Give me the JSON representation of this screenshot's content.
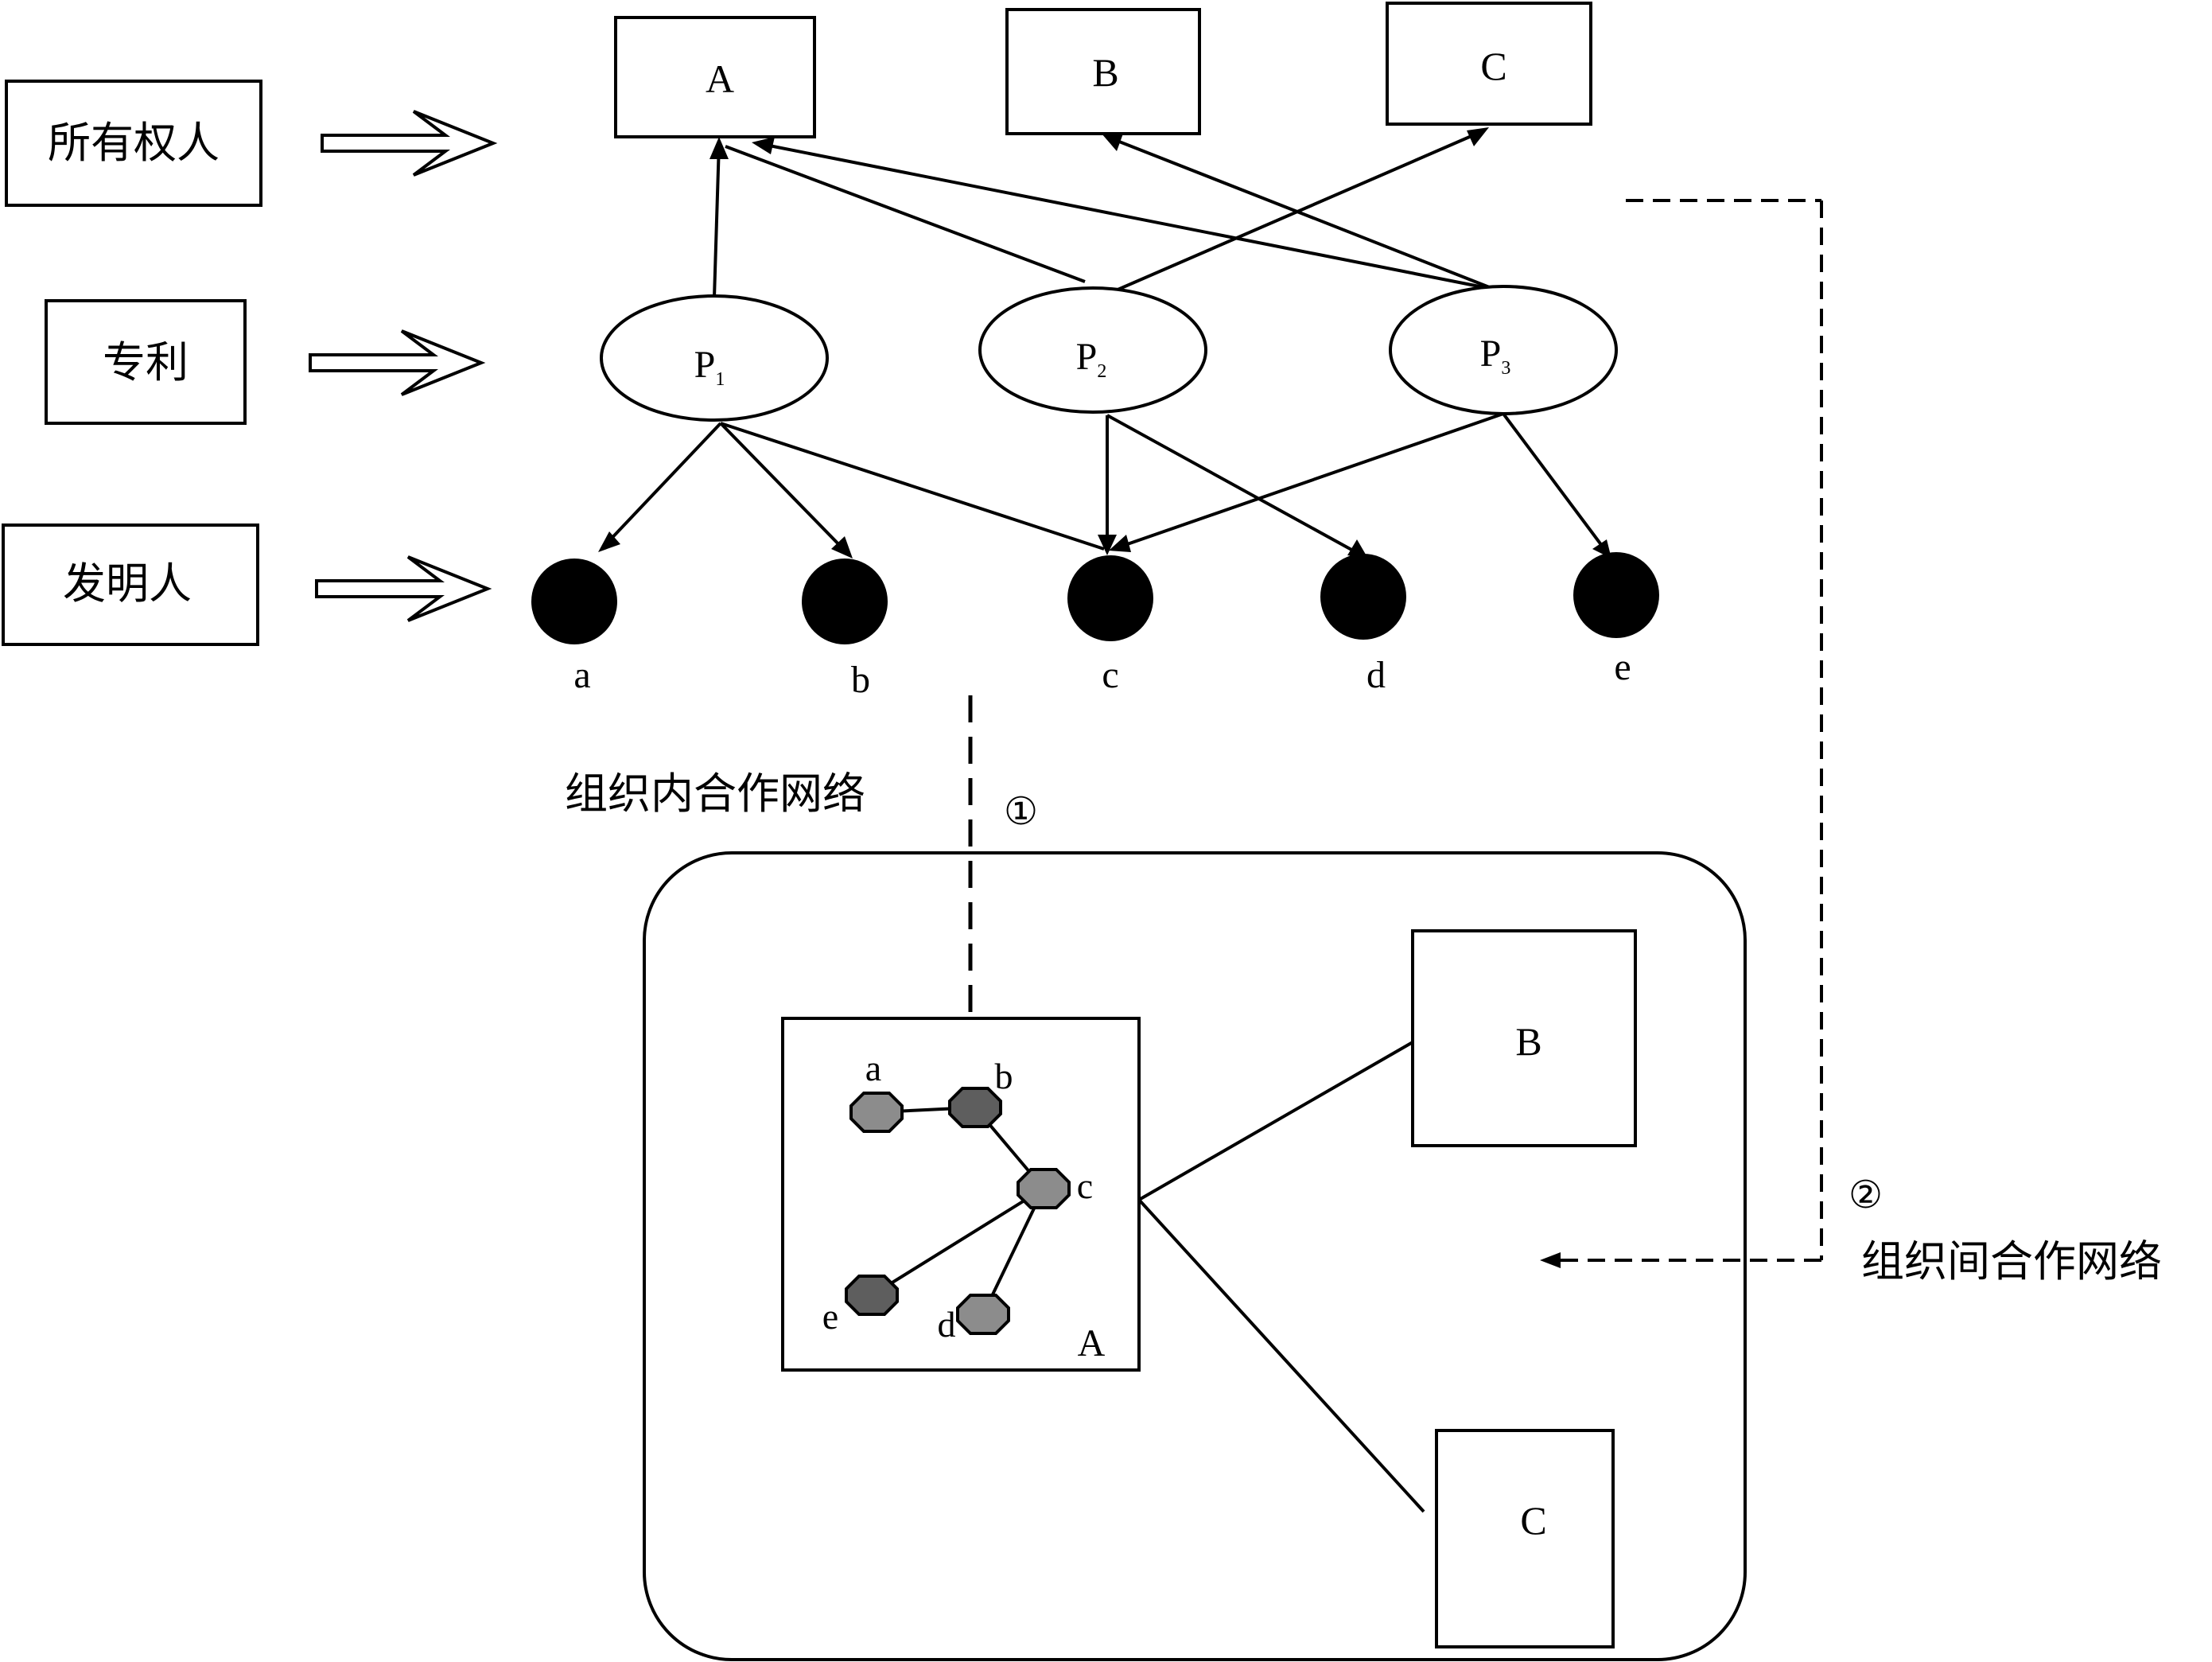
{
  "layers": {
    "owners_label": "所有权人",
    "patents_label": "专利",
    "inventors_label": "发明人"
  },
  "owners": [
    "A",
    "B",
    "C"
  ],
  "patents": [
    {
      "main": "P",
      "sub": "1"
    },
    {
      "main": "P",
      "sub": "2"
    },
    {
      "main": "P",
      "sub": "3"
    }
  ],
  "inventors": [
    "a",
    "b",
    "c",
    "d",
    "e"
  ],
  "intra_network": {
    "label": "组织内合作网络",
    "marker": "①",
    "org_label": "A",
    "nodes": [
      "a",
      "b",
      "c",
      "e",
      "d"
    ]
  },
  "inter_network": {
    "label": "组织间合作网络",
    "marker": "②",
    "orgs": [
      "B",
      "C"
    ]
  },
  "colors": {
    "inventor_fill": "#000000",
    "node_light": "#8c8c8c",
    "node_dark": "#5e5e5e",
    "line": "#000000"
  }
}
